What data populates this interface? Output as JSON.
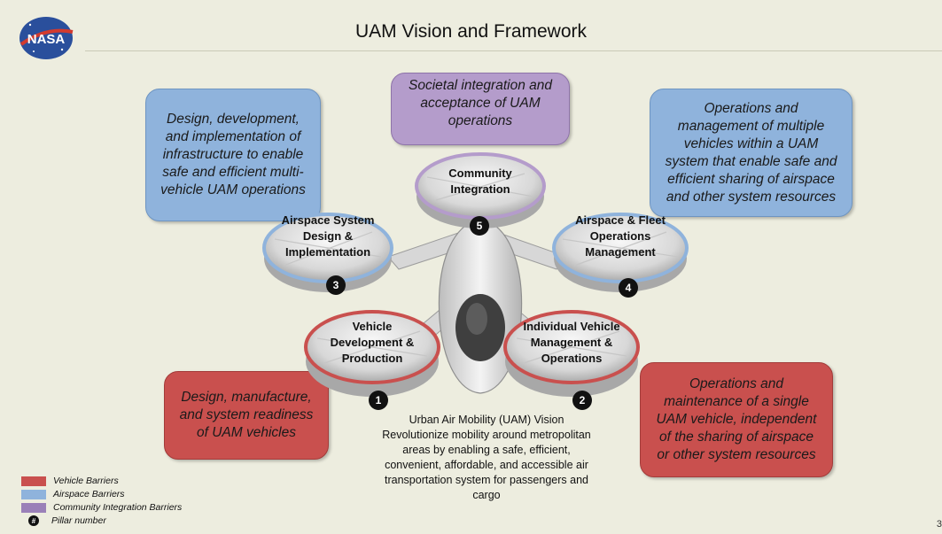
{
  "title": "UAM Vision and Framework",
  "logo_text": "NASA",
  "boxes": {
    "airspace_design": "Design, development, and implementation of infrastructure to enable safe and efficient multi-vehicle UAM operations",
    "community": "Societal integration and acceptance of UAM operations",
    "fleet_ops": "Operations and management of multiple vehicles within a UAM system that enable safe and efficient sharing of airspace and other system resources",
    "vehicle_dev": "Design, manufacture, and system readiness of UAM vehicles",
    "individual_ops": "Operations and maintenance of a single UAM vehicle, independent of the sharing of airspace or other system resources"
  },
  "rotors": {
    "vehicle_dev": "Vehicle Development & Production",
    "individual_ops": "Individual Vehicle Management & Operations",
    "airspace_design": "Airspace System Design & Implementation",
    "fleet_ops": "Airspace & Fleet Operations Management",
    "community": "Community Integration"
  },
  "pillars": [
    "1",
    "2",
    "3",
    "4",
    "5"
  ],
  "vision": {
    "heading": "Urban Air Mobility (UAM) Vision",
    "text": "Revolutionize mobility around metropolitan areas by enabling a safe, efficient, convenient, affordable, and accessible air transportation system for passengers and cargo"
  },
  "legend": [
    {
      "label": "Vehicle Barriers",
      "color": "#c9504e"
    },
    {
      "label": "Airspace Barriers",
      "color": "#8fb3dc"
    },
    {
      "label": "Community Integration Barriers",
      "color": "#9a80b8"
    }
  ],
  "legend_pillar": {
    "symbol": "#",
    "label": "Pillar number"
  },
  "page_number": "3",
  "colors": {
    "vehicle": "#c9504e",
    "airspace": "#8fb3dc",
    "community": "#b49ccb",
    "background": "#ededdf"
  }
}
